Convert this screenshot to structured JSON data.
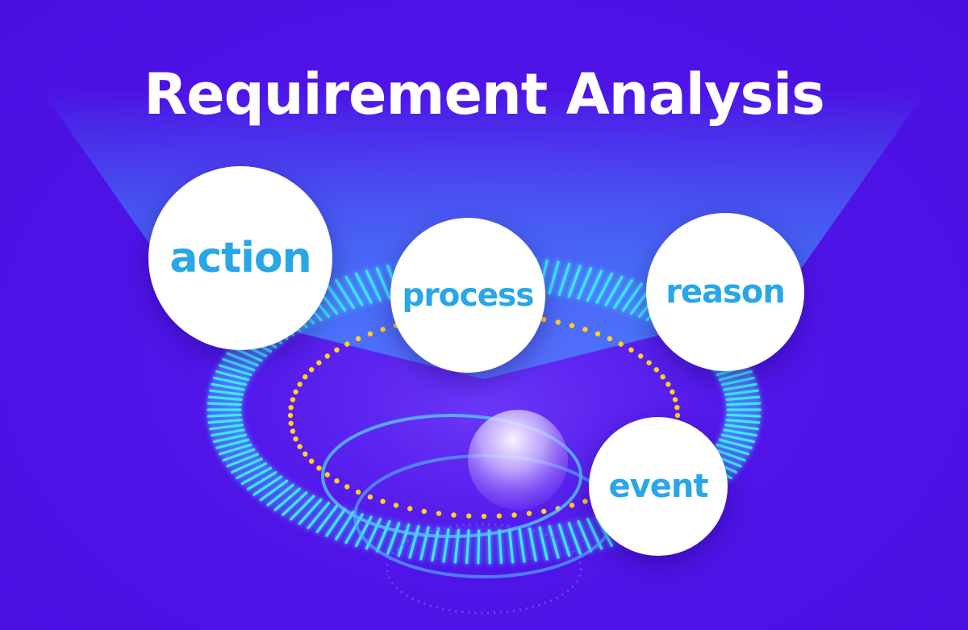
{
  "title": "Requirement Analysis",
  "bubbles": {
    "action": "action",
    "process": "process",
    "reason": "reason",
    "event": "event"
  },
  "colors": {
    "background": "#4f14e8",
    "title_text": "#ffffff",
    "bubble_fill": "#ffffff",
    "bubble_text": "#29a6e6",
    "ring_cyan": "#3fe6ff",
    "dots_yellow": "#ffd21f"
  }
}
